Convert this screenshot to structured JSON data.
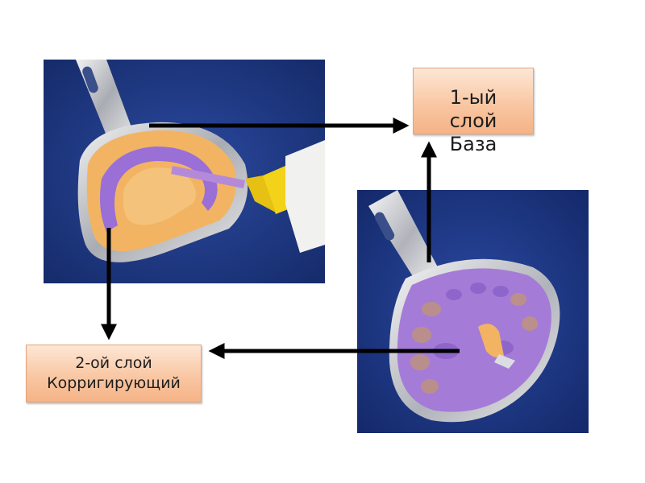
{
  "labels": {
    "first_layer": "1-ый\nслой\nБаза",
    "second_layer": "2-ой слой\nКорригирующий"
  },
  "colors": {
    "label_fill": "#f9c7a3",
    "label_border": "#e3a47c",
    "arrow": "#000000",
    "photo_background": "#1f3b8a",
    "impression_base": "#f2b463",
    "impression_corrective": "#9a6fd6"
  },
  "diagram": {
    "nodes": [
      {
        "id": "photo_left",
        "kind": "image"
      },
      {
        "id": "first_layer",
        "kind": "label"
      },
      {
        "id": "photo_right",
        "kind": "image"
      },
      {
        "id": "second_layer",
        "kind": "label"
      }
    ],
    "edges": [
      {
        "from": "photo_left",
        "to": "first_layer"
      },
      {
        "from": "photo_left",
        "to": "second_layer"
      },
      {
        "from": "photo_right",
        "to": "first_layer"
      },
      {
        "from": "photo_right",
        "to": "second_layer"
      }
    ]
  }
}
